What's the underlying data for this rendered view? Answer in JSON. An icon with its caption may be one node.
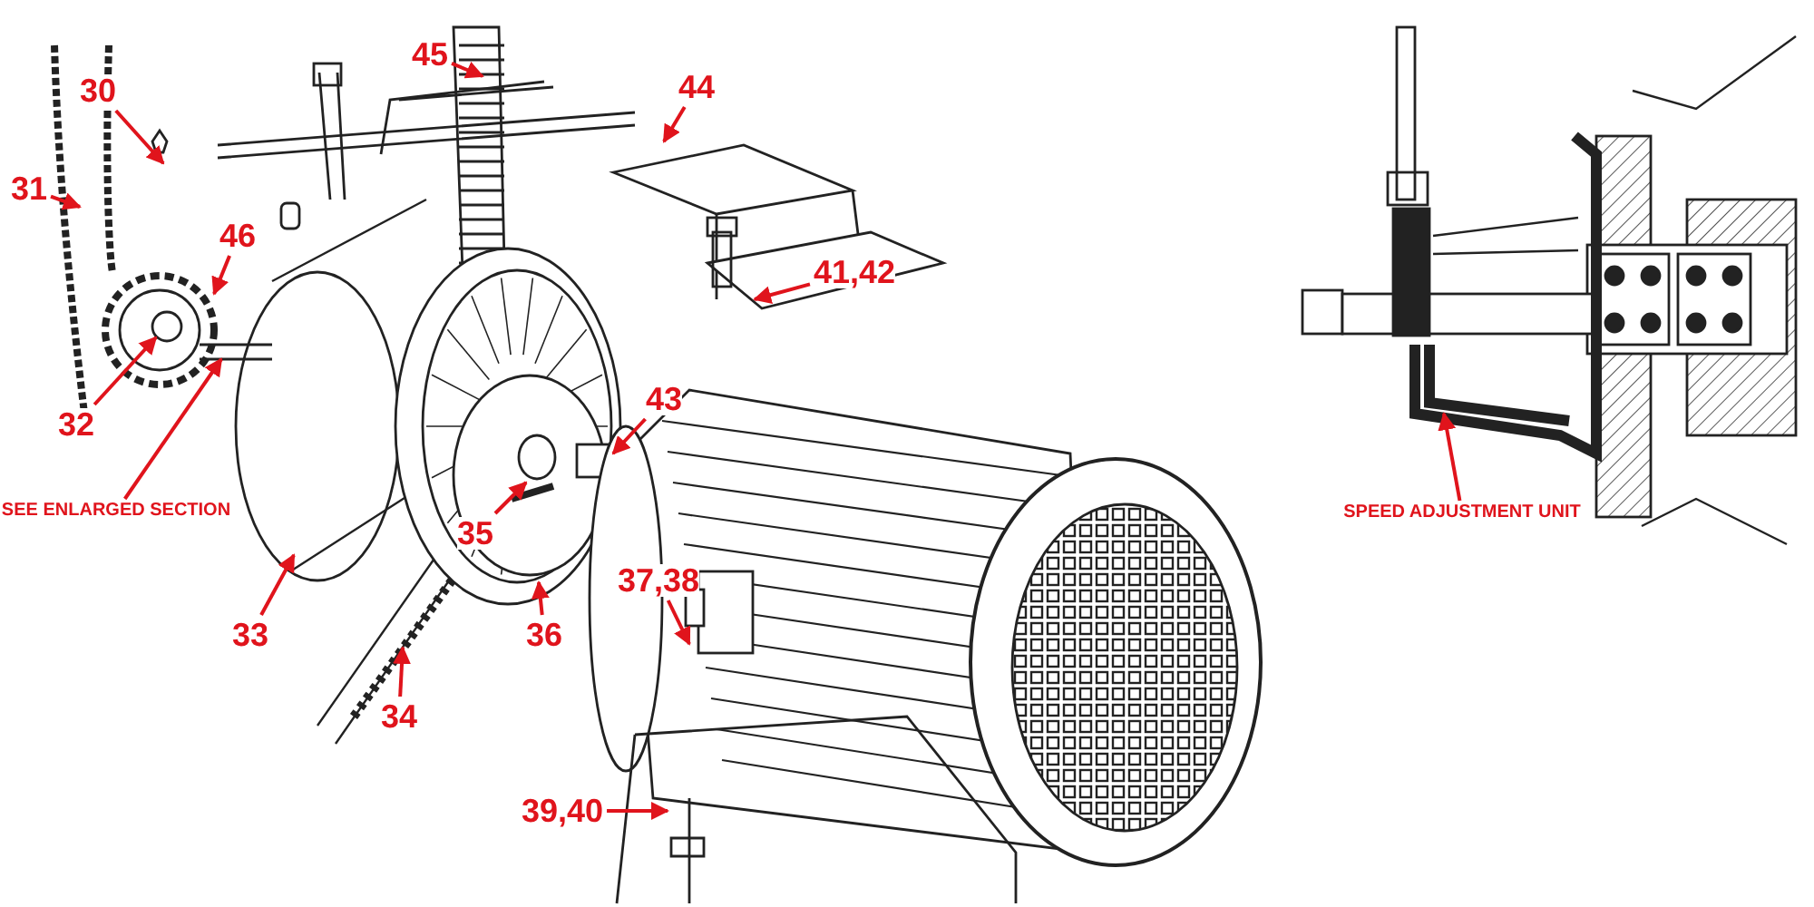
{
  "diagram": {
    "nodes": [
      {
        "text": [
          "45"
        ]
      },
      {
        "text": [
          "44"
        ]
      },
      {
        "text": [
          "30"
        ]
      },
      {
        "text": [
          "31"
        ]
      },
      {
        "text": [
          "46"
        ]
      },
      {
        "text": [
          "41,42"
        ]
      },
      {
        "text": [
          "32"
        ]
      },
      {
        "text": [
          "43"
        ]
      },
      {
        "text": [
          "SEE ENLARGED SECTION"
        ]
      },
      {
        "text": [
          "SPEED ADJUSTMENT UNIT"
        ]
      },
      {
        "text": [
          "35"
        ]
      },
      {
        "text": [
          "37,38"
        ]
      },
      {
        "text": [
          "33"
        ]
      },
      {
        "text": [
          "36"
        ]
      },
      {
        "text": [
          "34"
        ]
      },
      {
        "text": [
          "39,40"
        ]
      }
    ],
    "edges": [
      {
        "from": 0,
        "to": null,
        "arrow": "to"
      },
      {
        "from": 1,
        "to": null,
        "arrow": "to"
      },
      {
        "from": 2,
        "to": null,
        "arrow": "to"
      },
      {
        "from": 3,
        "to": null,
        "arrow": "to"
      },
      {
        "from": 4,
        "to": null,
        "arrow": "to"
      },
      {
        "from": 5,
        "to": null,
        "arrow": "to"
      },
      {
        "from": 6,
        "to": null,
        "arrow": "to"
      },
      {
        "from": 7,
        "to": null,
        "arrow": "to"
      },
      {
        "from": 8,
        "to": null,
        "arrow": "to"
      },
      {
        "from": 9,
        "to": null,
        "arrow": "to"
      },
      {
        "from": 10,
        "to": null,
        "arrow": "to"
      },
      {
        "from": 11,
        "to": null,
        "arrow": "to"
      },
      {
        "from": 12,
        "to": null,
        "arrow": "to"
      },
      {
        "from": 13,
        "to": null,
        "arrow": "to"
      },
      {
        "from": 14,
        "to": null,
        "arrow": "to"
      },
      {
        "from": 15,
        "to": null,
        "arrow": "to"
      }
    ]
  }
}
